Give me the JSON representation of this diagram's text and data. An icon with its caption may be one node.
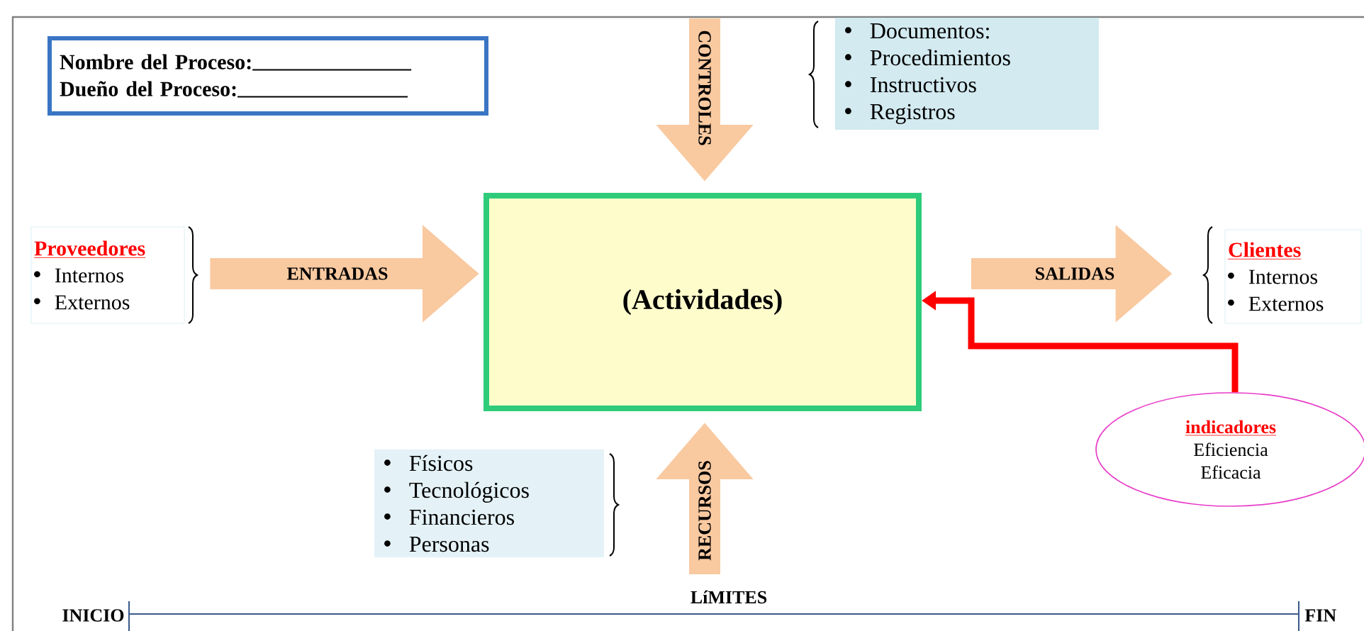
{
  "diagram": {
    "nodes": [
      {
        "text": [
          "Nombre del Proceso:",
          "Dueño del Proceso:"
        ]
      },
      {
        "text": [
          "Documentos:",
          "Procedimientos",
          "Instructivos",
          "Registros"
        ]
      },
      {
        "text": [
          "Proveedores",
          "Internos",
          "Externos"
        ]
      },
      {
        "text": [
          "(Actividades)"
        ]
      },
      {
        "text": [
          "Clientes",
          "Internos",
          "Externos"
        ]
      },
      {
        "text": [
          "indicadores",
          "Eficiencia",
          "Eficacia"
        ]
      },
      {
        "text": [
          "Físicos",
          "Tecnológicos",
          "Financieros",
          "Personas"
        ]
      }
    ],
    "edges": [
      {
        "from": 2,
        "to": 3,
        "arrow": "to",
        "label": "ENTRADAS"
      },
      {
        "from": 3,
        "to": 4,
        "arrow": "to",
        "label": "SALIDAS"
      },
      {
        "from": null,
        "to": 3,
        "arrow": "to",
        "label": "CONTROLES"
      },
      {
        "from": null,
        "to": 3,
        "arrow": "to",
        "label": "RECURSOS"
      },
      {
        "from": 5,
        "to": 3,
        "arrow": "to",
        "color": "#ff0000"
      }
    ],
    "labels": [
      "INICIO",
      "LíMITES",
      "FIN"
    ]
  }
}
